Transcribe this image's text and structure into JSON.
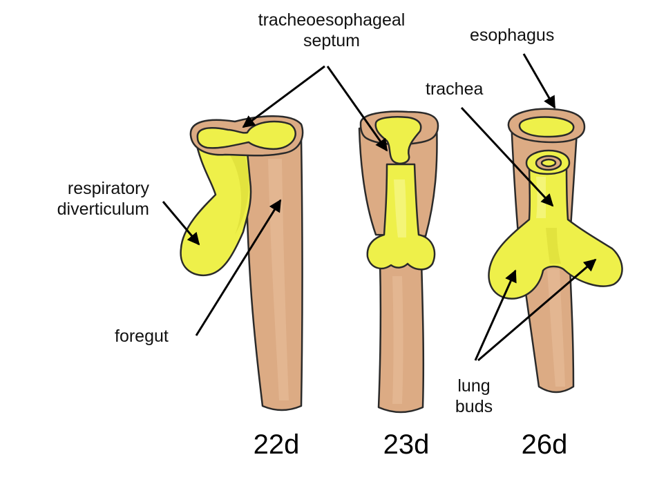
{
  "labels": {
    "septum_line1": "tracheoesophageal",
    "septum_line2": "septum",
    "esophagus": "esophagus",
    "trachea": "trachea",
    "respiratory_line1": "respiratory",
    "respiratory_line2": "diverticulum",
    "foregut": "foregut",
    "lung_buds_line1": "lung",
    "lung_buds_line2": "buds"
  },
  "stages": [
    "22d",
    "23d",
    "26d"
  ],
  "colors": {
    "foregut_tube": "#dcab84",
    "respiratory_tissue": "#eef04a",
    "outline": "#2a2a2a",
    "arrow": "#000000"
  }
}
